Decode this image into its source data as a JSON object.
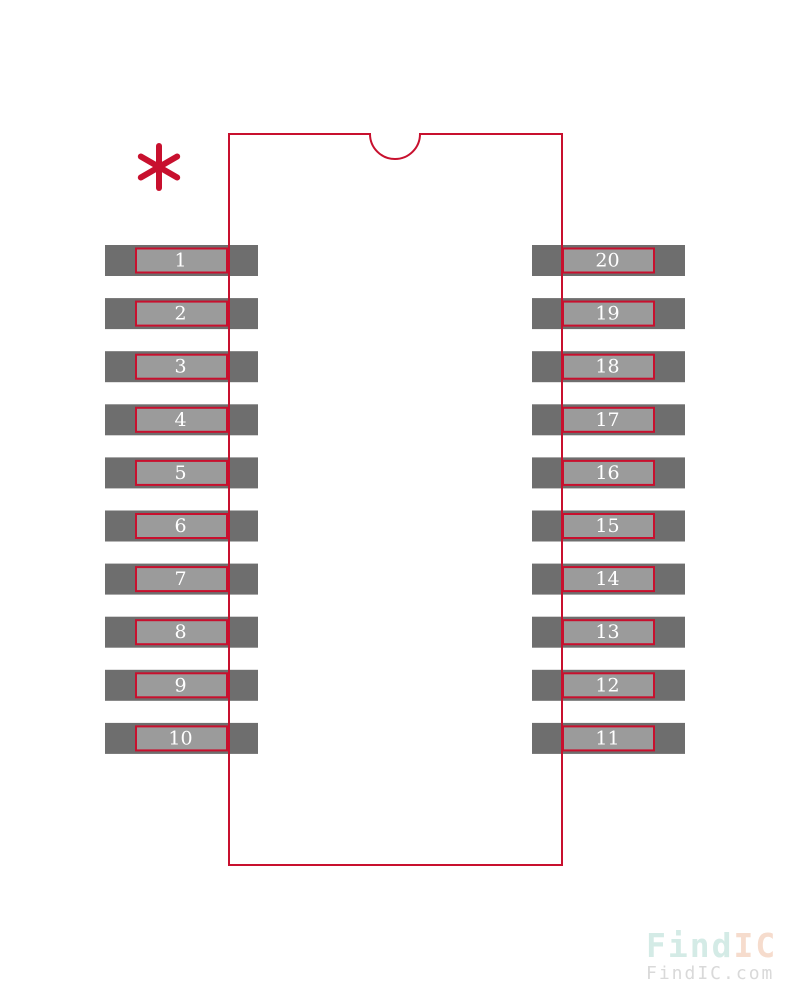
{
  "colors": {
    "outline": "#c8102e",
    "pad_outer": "#6e6e6e",
    "pad_inner": "#9b9b9b",
    "pin_text": "#ffffff"
  },
  "pin1_marker": "*",
  "pins_left": [
    "1",
    "2",
    "3",
    "4",
    "5",
    "6",
    "7",
    "8",
    "9",
    "10"
  ],
  "pins_right": [
    "20",
    "19",
    "18",
    "17",
    "16",
    "15",
    "14",
    "13",
    "12",
    "11"
  ],
  "watermark": {
    "logo_part1": "Find",
    "logo_part2": "IC",
    "url": "FindIC.com"
  }
}
